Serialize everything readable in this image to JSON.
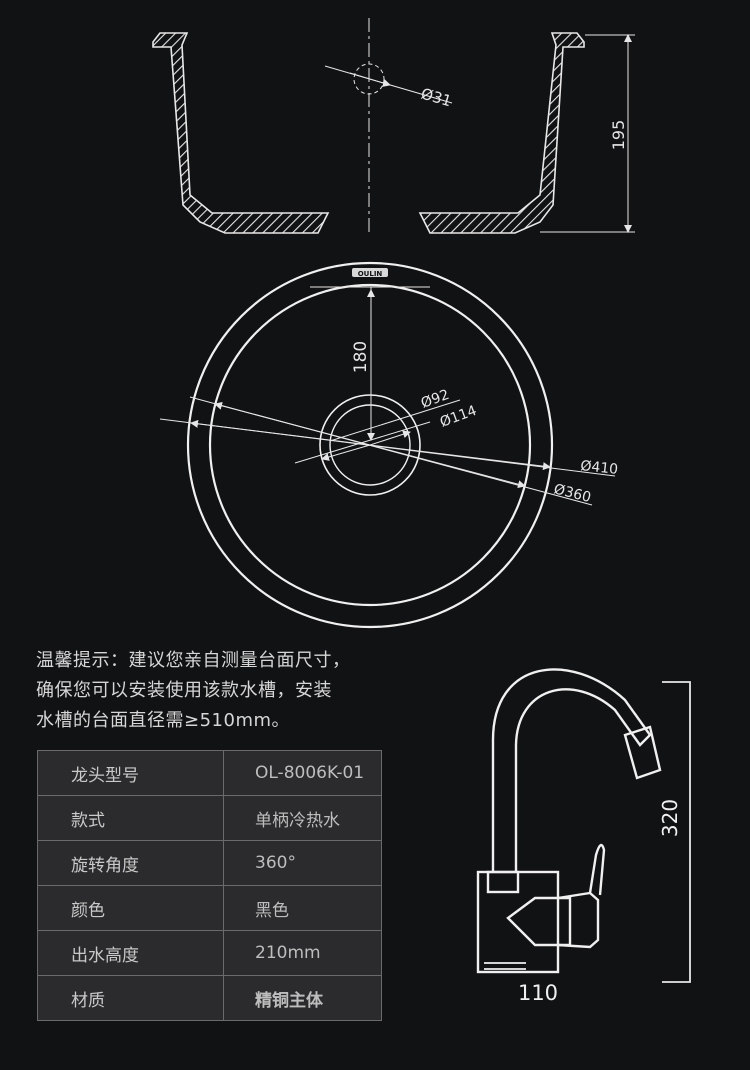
{
  "sink_section": {
    "drain_diameter": "Ø31",
    "height": "195"
  },
  "sink_plan": {
    "brand_logo": "OULIN",
    "depth": "180",
    "drain_inner": "Ø92",
    "drain_outer": "Ø114",
    "outer_diameter": "Ø410",
    "inner_diameter": "Ø360"
  },
  "tip_lines": [
    "温馨提示：建议您亲自测量台面尺寸，",
    "确保您可以安装使用该款水槽，安装",
    "水槽的台面直径需≥510mm。"
  ],
  "specs": [
    {
      "label": "龙头型号",
      "value": "OL-8006K-01"
    },
    {
      "label": "款式",
      "value": "单柄冷热水"
    },
    {
      "label": "旋转角度",
      "value": "360°"
    },
    {
      "label": "颜色",
      "value": "黑色"
    },
    {
      "label": "出水高度",
      "value": "210mm"
    },
    {
      "label": "材质",
      "value": "精铜主体"
    }
  ],
  "faucet": {
    "height": "320",
    "width": "110"
  },
  "colors": {
    "background": "#111214",
    "line": "#e8e8e8",
    "table_cell": "#2b2b2d",
    "table_border": "#6a6a6a"
  }
}
